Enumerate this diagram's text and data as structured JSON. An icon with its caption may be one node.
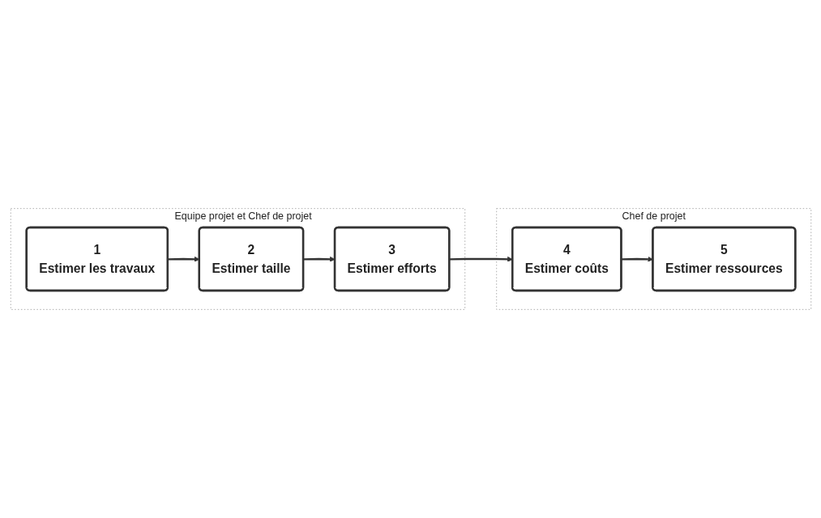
{
  "diagram": {
    "nodes": [
      {
        "text": [
          "Equipe projet et Chef de projet"
        ]
      },
      {
        "text": [
          "1",
          "Estimer les travaux"
        ],
        "in": 0
      },
      {
        "text": [
          "2",
          "Estimer taille"
        ],
        "in": 0
      },
      {
        "text": [
          "3",
          "Estimer efforts"
        ],
        "in": 0
      },
      {
        "text": [
          "Chef de projet"
        ]
      },
      {
        "text": [
          "4",
          "Estimer coûts"
        ],
        "in": 4
      },
      {
        "text": [
          "5",
          "Estimer ressources"
        ],
        "in": 4
      }
    ],
    "edges": [
      {
        "from": 1,
        "to": 2,
        "arrow": "to"
      },
      {
        "from": 2,
        "to": 3,
        "arrow": "to"
      },
      {
        "from": 3,
        "to": 5,
        "arrow": "to"
      },
      {
        "from": 5,
        "to": 6,
        "arrow": "to"
      }
    ]
  }
}
